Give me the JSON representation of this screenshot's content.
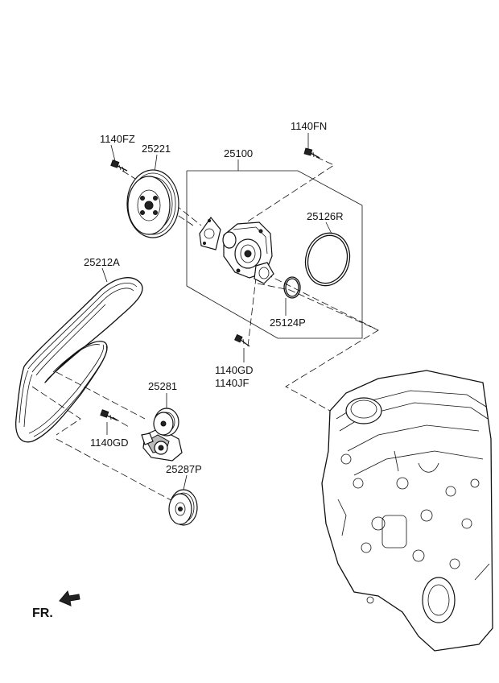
{
  "labels": {
    "l1140fz": "1140FZ",
    "l25221": "25221",
    "l25100": "25100",
    "l1140fn": "1140FN",
    "l25126r": "25126R",
    "l25212a": "25212A",
    "l25124p": "25124P",
    "l1140gd_a": "1140GD",
    "l1140jf": "1140JF",
    "l25281": "25281",
    "l1140gd_b": "1140GD",
    "l25287p": "25287P",
    "fr": "FR."
  }
}
